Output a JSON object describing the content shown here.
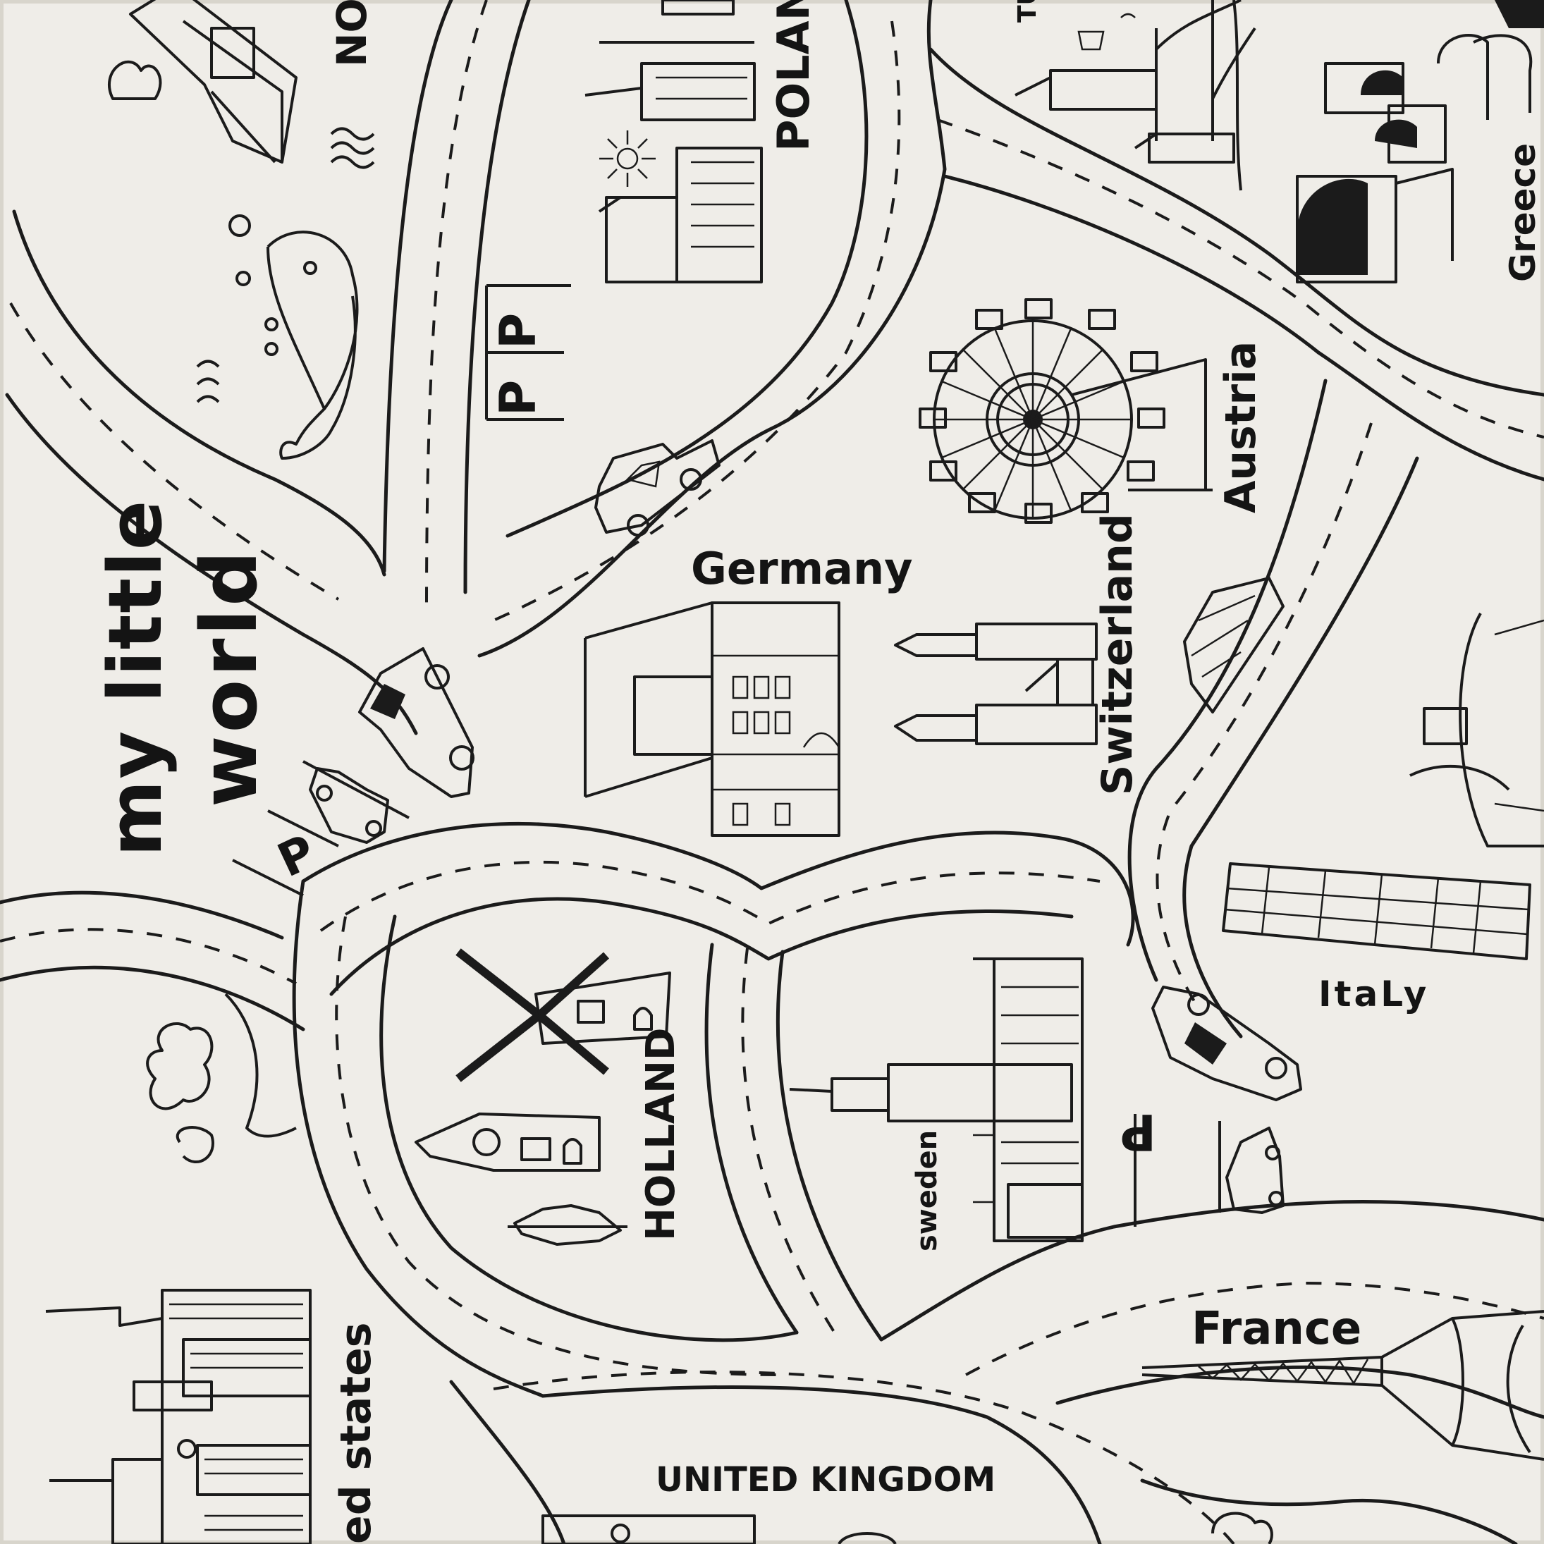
{
  "colors": {
    "paper": "#efede8",
    "ink": "#1b1b1b"
  },
  "title": {
    "line1": "my little",
    "line2": "world"
  },
  "countries": {
    "north": "NO",
    "poland": "POLAND",
    "turkey": "TU",
    "greece": "Greece",
    "austria": "Austria",
    "germany": "Germany",
    "switzerland": "Switzerland",
    "holland": "HOLLAND",
    "sweden": "sweden",
    "italy": "ItaLy",
    "france": "France",
    "united_kingdom": "UNITED KINGDOM",
    "united_states": "ed states"
  },
  "parking": {
    "letter": "P"
  },
  "icons": [
    "house-icon",
    "whale-icon",
    "cloud-icon",
    "waves-icon",
    "castle-icon",
    "ferris-wheel-icon",
    "bridge-icon",
    "mosque-icon",
    "church-icon",
    "windmill-icon",
    "dutch-house-icon",
    "tree-icon",
    "parliament-icon",
    "leaning-tower-icon",
    "eiffel-tower-icon",
    "skyscraper-icon",
    "taxi-icon",
    "truck-icon",
    "car-icon",
    "mountain-icon",
    "fountain-icon"
  ]
}
